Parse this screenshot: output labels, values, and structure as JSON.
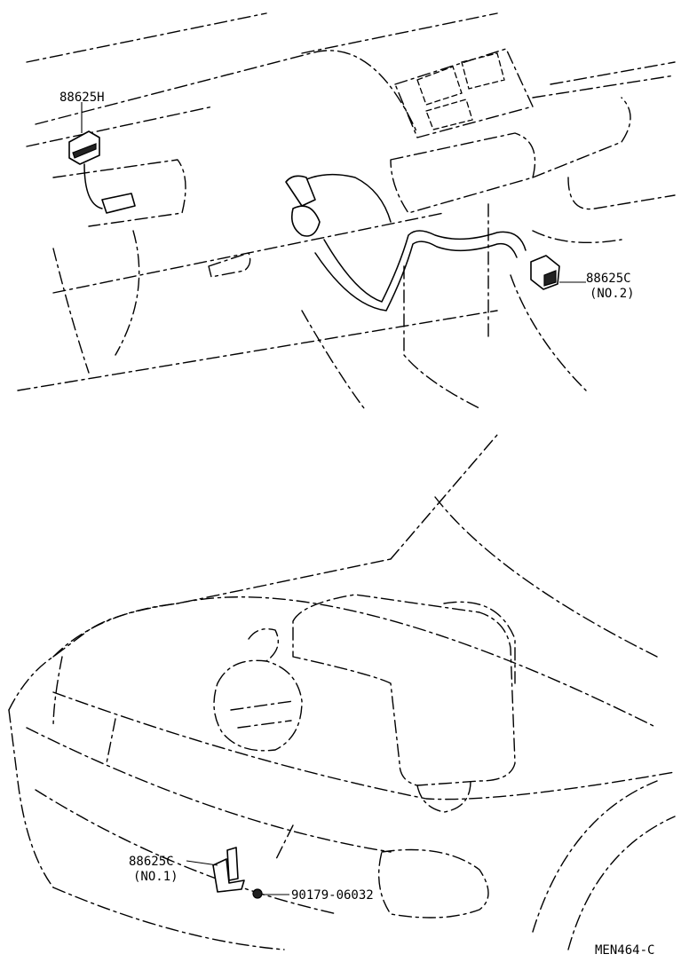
{
  "labels": {
    "part_88625h": "88625H",
    "part_88625c_no2": "88625C",
    "part_88625c_no2_sub": "(NO.2)",
    "part_88625c_no1": "88625C",
    "part_88625c_no1_sub": "(NO.1)",
    "part_90179": "90179-06032",
    "figure_code": "MEN464-C"
  }
}
